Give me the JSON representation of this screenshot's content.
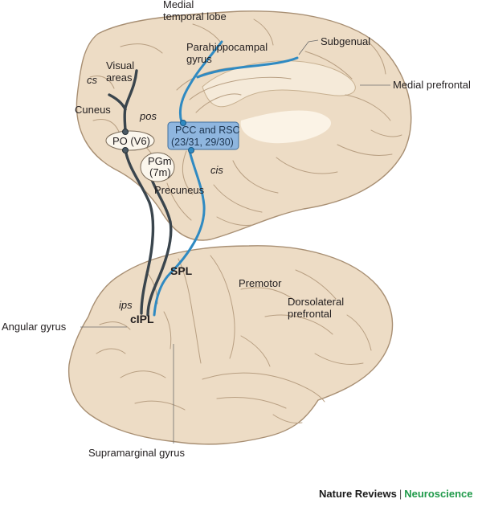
{
  "labels": {
    "medial_temporal_lobe_1": "Medial",
    "medial_temporal_lobe_2": "temporal lobe",
    "parahippocampal_1": "Parahippocampal",
    "parahippocampal_2": "gyrus",
    "subgenual": "Subgenual",
    "medial_prefrontal": "Medial prefrontal",
    "visual_areas_1": "Visual",
    "visual_areas_2": "areas",
    "cs": "cs",
    "cuneus": "Cuneus",
    "pos": "pos",
    "po_v6": "PO (V6)",
    "pgm_1": "PGm",
    "pgm_2": "(7m)",
    "pcc_rsc_1": "PCC and RSC",
    "pcc_rsc_2": "(23/31, 29/30)",
    "cis": "cis",
    "precuneus": "Precuneus",
    "spl": "SPL",
    "premotor": "Premotor",
    "dorsolateral_1": "Dorsolateral",
    "dorsolateral_2": "prefrontal",
    "ips": "ips",
    "angular_gyrus": "Angular gyrus",
    "cipl": "cIPL",
    "supramarginal_gyrus": "Supramarginal gyrus"
  },
  "credit": {
    "journal": "Nature Reviews",
    "separator": "|",
    "section": "Neuroscience"
  },
  "colors": {
    "brain_fill": "#eddcc5",
    "brain_outline": "#a88f73",
    "sulcus": "#b89f82",
    "dark_pathway": "#3a454d",
    "blue_pathway": "#2f8ac2",
    "pcc_box": "#8fb6df",
    "node_fill": "#fbf6ec",
    "brand_green": "#1f9a4a"
  }
}
